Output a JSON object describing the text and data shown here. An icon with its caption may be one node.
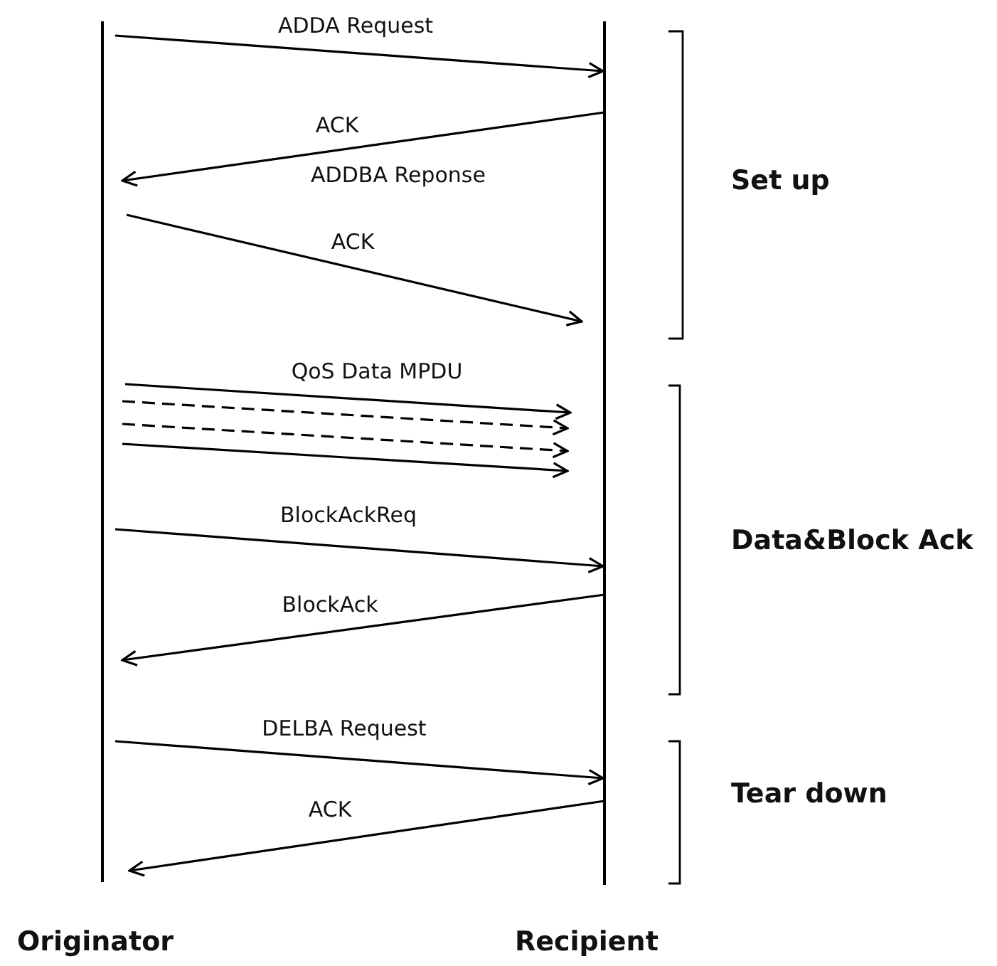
{
  "diagram": {
    "nodes": [
      {
        "text": [
          "Originator"
        ]
      },
      {
        "text": [
          "Recipient"
        ]
      }
    ],
    "edges": [
      {
        "from": 0,
        "to": 1,
        "arrow": "to",
        "label": "ADDA Request"
      },
      {
        "from": 1,
        "to": 0,
        "arrow": "to",
        "label": "ACK"
      },
      {
        "from": 0,
        "to": 1,
        "arrow": "to",
        "label": "ACK"
      },
      {
        "from": 0,
        "to": 1,
        "arrow": "to",
        "label": "QoS Data MPDU"
      },
      {
        "from": 0,
        "to": 1,
        "arrow": "to",
        "style": "dashed"
      },
      {
        "from": 0,
        "to": 1,
        "arrow": "to",
        "style": "dashed"
      },
      {
        "from": 0,
        "to": 1,
        "arrow": "to"
      },
      {
        "from": 0,
        "to": 1,
        "arrow": "to",
        "label": "BlockAckReq"
      },
      {
        "from": 1,
        "to": 0,
        "arrow": "to",
        "label": "BlockAck"
      },
      {
        "from": 0,
        "to": 1,
        "arrow": "to",
        "label": "DELBA Request"
      },
      {
        "from": 1,
        "to": 0,
        "arrow": "to",
        "label": "ACK"
      }
    ],
    "labels": [
      "ADDBA Reponse",
      "Set up",
      "Data&Block Ack",
      "Tear down"
    ]
  }
}
